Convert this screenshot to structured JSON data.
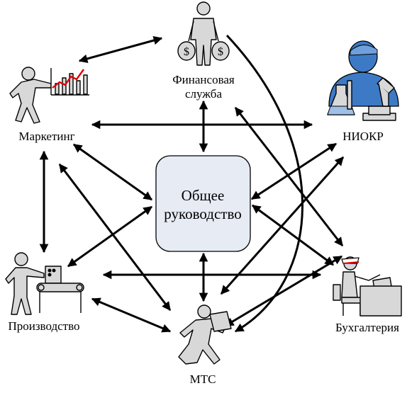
{
  "center": {
    "line1": "Общее",
    "line2": "руководство"
  },
  "nodes": {
    "finance": {
      "line1": "Финансовая",
      "line2": "служба",
      "icon": "person-with-money-bags-icon",
      "bag_symbol": "$"
    },
    "niokr": {
      "label": "НИОКР",
      "icon": "scientist-with-lab-equipment-icon"
    },
    "marketing": {
      "label": "Маркетинг",
      "icon": "person-with-growth-chart-icon"
    },
    "production": {
      "label": "Производство",
      "icon": "worker-at-conveyor-icon"
    },
    "mts": {
      "label": "МТС",
      "icon": "running-courier-icon"
    },
    "accounting": {
      "label": "Бухгалтерия",
      "icon": "accountant-at-desk-icon"
    }
  },
  "colors": {
    "center_fill": "#e6ebf4",
    "niokr_blue": "#3d7ac6",
    "chart_red": "#e00000",
    "figure_gray": "#d8d8d8"
  }
}
